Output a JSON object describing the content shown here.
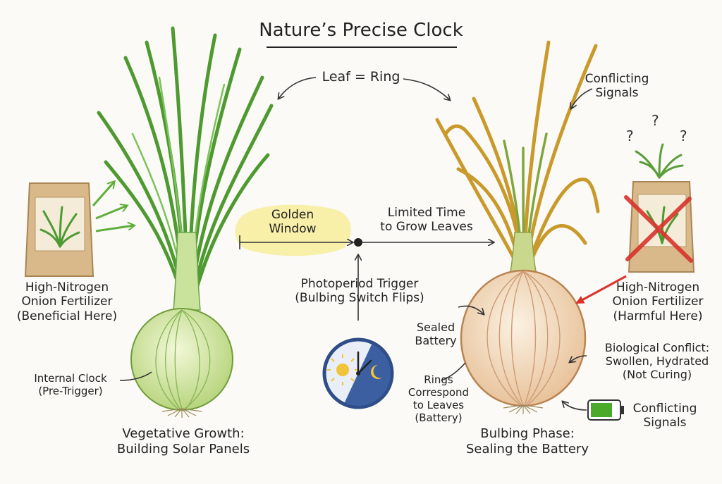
{
  "title": "Nature’s Precise Clock",
  "labels": {
    "leaf_ring": "Leaf = Ring",
    "conflicting_signals_top": [
      "Conflicting",
      "Signals"
    ],
    "golden_window": [
      "Golden",
      "Window"
    ],
    "limited_time": [
      "Limited Time",
      "to Grow Leaves"
    ],
    "photoperiod_trigger": [
      "Photoperiod Trigger",
      "(Bulbing Switch Flips)"
    ],
    "fertilizer_left": [
      "High-Nitrogen",
      "Onion Fertilizer",
      "(Beneficial Here)"
    ],
    "fertilizer_right": [
      "High-Nitrogen",
      "Onion Fertilizer",
      "(Harmful Here)"
    ],
    "sealed_battery": [
      "Sealed",
      "Battery"
    ],
    "biological_conflict": [
      "Biological Conflict:",
      "Swollen, Hydrated",
      "(Not Curing)"
    ],
    "internal_clock": [
      "Internal Clock",
      "(Pre-Trigger)"
    ],
    "rings_correspond": [
      "Rings",
      "Correspond",
      "to Leaves",
      "(Battery)"
    ],
    "conflicting_signals_bottom": [
      "Conflicting",
      "Signals"
    ],
    "vegetative_growth": [
      "Vegetative Growth:",
      "Building Solar Panels"
    ],
    "bulbing_phase": [
      "Bulbing Phase:",
      "Sealing the Battery"
    ]
  },
  "colors": {
    "green_leaf": "#5a9e3a",
    "yellow_leaf": "#d2a531",
    "bulb_green": "#cfe3a0",
    "bulb_gold": "#f3dcc0",
    "golden_highlight": "#f7ec9a",
    "cross_red": "#d9332b",
    "arrow_green": "#5fae3a",
    "clock_blue": "#2f4d86",
    "battery_green": "#4caa2b"
  }
}
